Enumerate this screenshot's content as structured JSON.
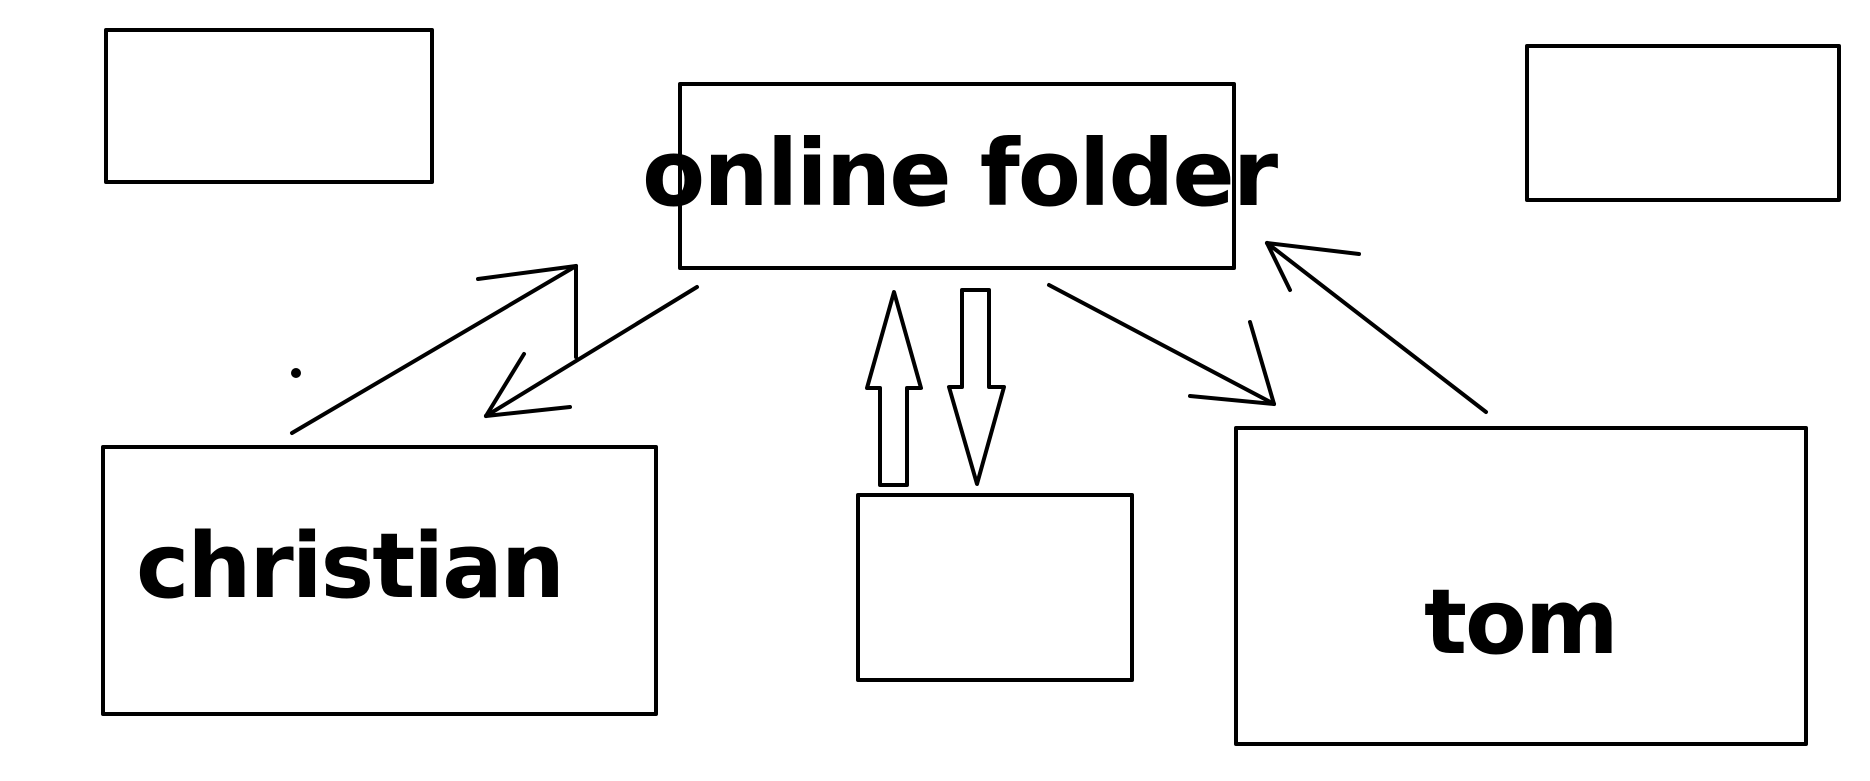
{
  "nodes": {
    "online_folder": "online folder",
    "christian": "christian",
    "tom": "tom"
  },
  "colors": {
    "stroke": "#000000",
    "background": "#ffffff"
  }
}
